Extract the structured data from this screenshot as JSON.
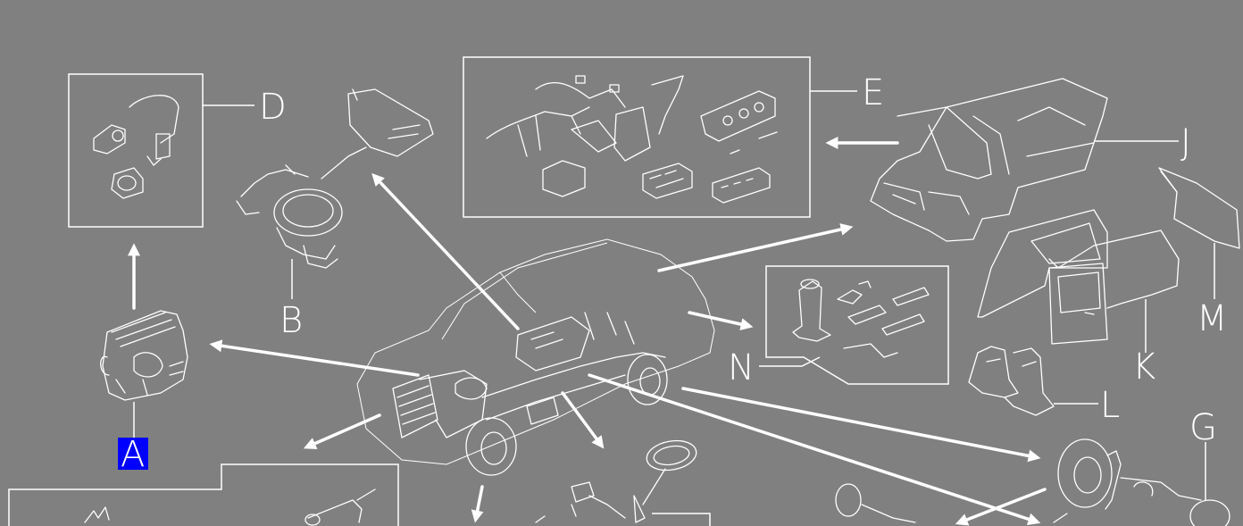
{
  "diagram": {
    "colors": {
      "background": "#808080",
      "line": "#ffffff",
      "selected": "#0000ff"
    },
    "labels": {
      "A": "A",
      "B": "B",
      "D": "D",
      "E": "E",
      "G": "G",
      "J": "J",
      "K": "K",
      "L": "L",
      "M": "M",
      "N": "N"
    },
    "selected_label": "A"
  }
}
